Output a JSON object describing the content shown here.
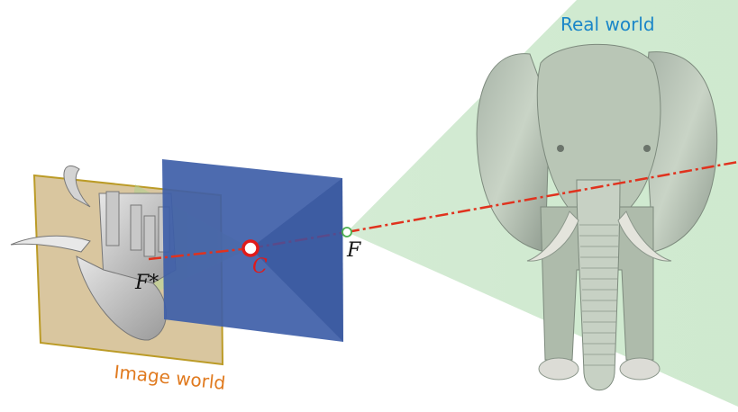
{
  "labels": {
    "real_world": "Real world",
    "image_world": "Image world",
    "camera_center": "C",
    "focal_point": "F",
    "image_point": "F*"
  },
  "colors": {
    "real_world_text": "#1a86c8",
    "image_world_text": "#e07a1f",
    "image_plane_fill": "#d8c49a",
    "image_plane_border": "#b8961c",
    "sensor_plane": "#3e5ea8",
    "optical_axis": "#e0321e",
    "camera_center": "#e01a1a",
    "view_cone": "#b8e0b8",
    "elephant": "#9aa89a"
  },
  "icons": {
    "elephant_real": "elephant-figure",
    "elephant_image": "inverted-elephant-figure"
  }
}
